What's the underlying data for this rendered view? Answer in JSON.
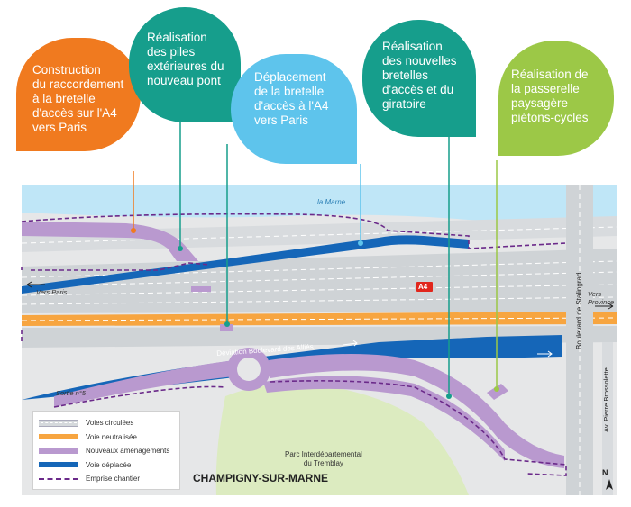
{
  "callouts": [
    {
      "id": "b1",
      "text": "Construction\ndu raccordement\nà la bretelle\nd'accès sur l'A4\nvers Paris",
      "color": "#f07a1f"
    },
    {
      "id": "b2",
      "text": "Réalisation\ndes piles\nextérieures du\nnouveau pont",
      "color": "#169e8c"
    },
    {
      "id": "b3",
      "text": "Déplacement\nde la bretelle\nd'accès à l'A4\nvers Paris",
      "color": "#5ec4ec"
    },
    {
      "id": "b4",
      "text": "Réalisation\ndes nouvelles\nbretelles\nd'accès et du\ngiratoire",
      "color": "#169e8c"
    },
    {
      "id": "b5",
      "text": "Réalisation de\nla passerelle\npaysagère\npiétons-cycles",
      "color": "#9cc847"
    }
  ],
  "map_labels": {
    "river": "la Marne",
    "vers_paris": "Vers Paris",
    "vers_province": "Vers\nProvince",
    "a4": "A4",
    "deviation": "Déviation Boulevard des Alliés",
    "sortie": "Sortie n°5",
    "stalingrad": "Boulevard de Stalingrad",
    "brossolette": "Av. Pierre Brossolette",
    "parc": "Parc Interdépartemental\ndu Tremblay",
    "city": "CHAMPIGNY-SUR-MARNE",
    "north": "N"
  },
  "legend": [
    {
      "label": "Voies circulées",
      "style": "road"
    },
    {
      "label": "Voie neutralisée",
      "style": "orange"
    },
    {
      "label": "Nouveaux aménagements",
      "style": "purple"
    },
    {
      "label": "Voie déplacée",
      "style": "blue"
    },
    {
      "label": "Emprise chantier",
      "style": "dash"
    }
  ],
  "colors": {
    "river": "#bfe6f7",
    "ground": "#e6e7e8",
    "road": "#cfd3d6",
    "orange": "#f7a540",
    "purple": "#b999cf",
    "blue": "#1566b8",
    "park": "#dcebc0",
    "boundary": "#6b2a8a",
    "a4_badge": "#e1261c"
  }
}
